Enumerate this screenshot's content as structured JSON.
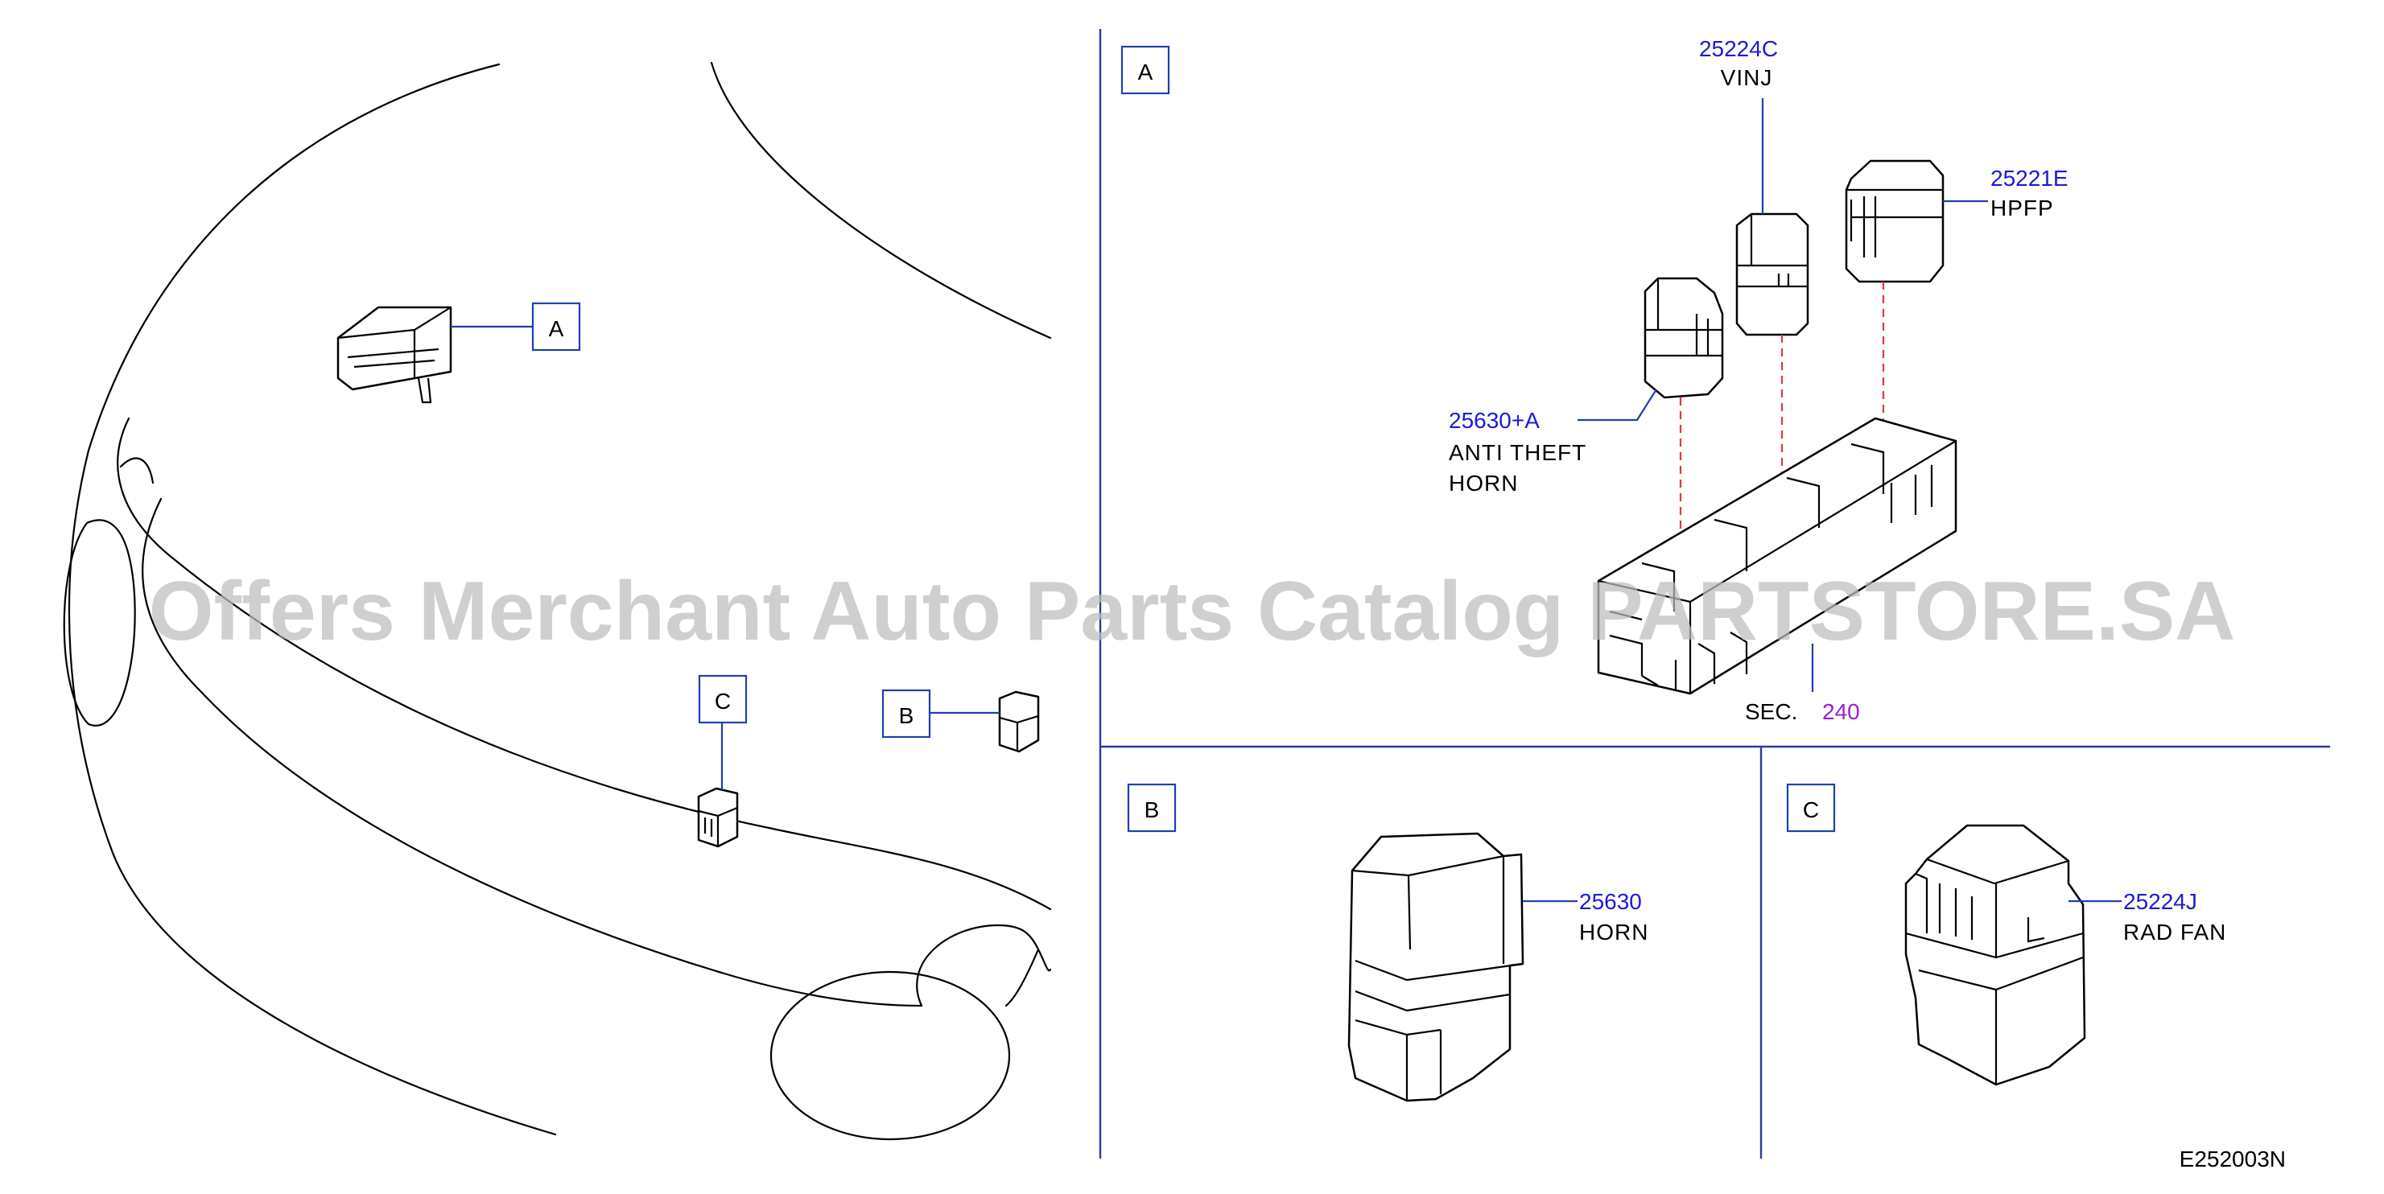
{
  "colors": {
    "code_blue": "#1a1ad8",
    "sec_purple": "#9b1cd8",
    "leader_blue": "#1f3fb0",
    "dash_red": "#e2373f",
    "watermark_gray": "#bdbdbd"
  },
  "view_labels": {
    "A": "A",
    "B": "B",
    "C": "C"
  },
  "parts": [
    {
      "code": "25224C",
      "desc": [
        "VINJ"
      ]
    },
    {
      "code": "25221E",
      "desc": [
        "HPFP"
      ]
    },
    {
      "code": "25630+A",
      "desc": [
        "ANTI   THEFT",
        "HORN"
      ]
    },
    {
      "code": "25630",
      "desc": [
        "HORN"
      ]
    },
    {
      "code": "25224J",
      "desc": [
        "RAD   FAN"
      ]
    }
  ],
  "section_ref": {
    "prefix": "SEC.",
    "number": "240"
  },
  "diagram_code": "E252003N",
  "watermark": "Offers Merchant Auto Parts Catalog PARTSTORE.SA"
}
